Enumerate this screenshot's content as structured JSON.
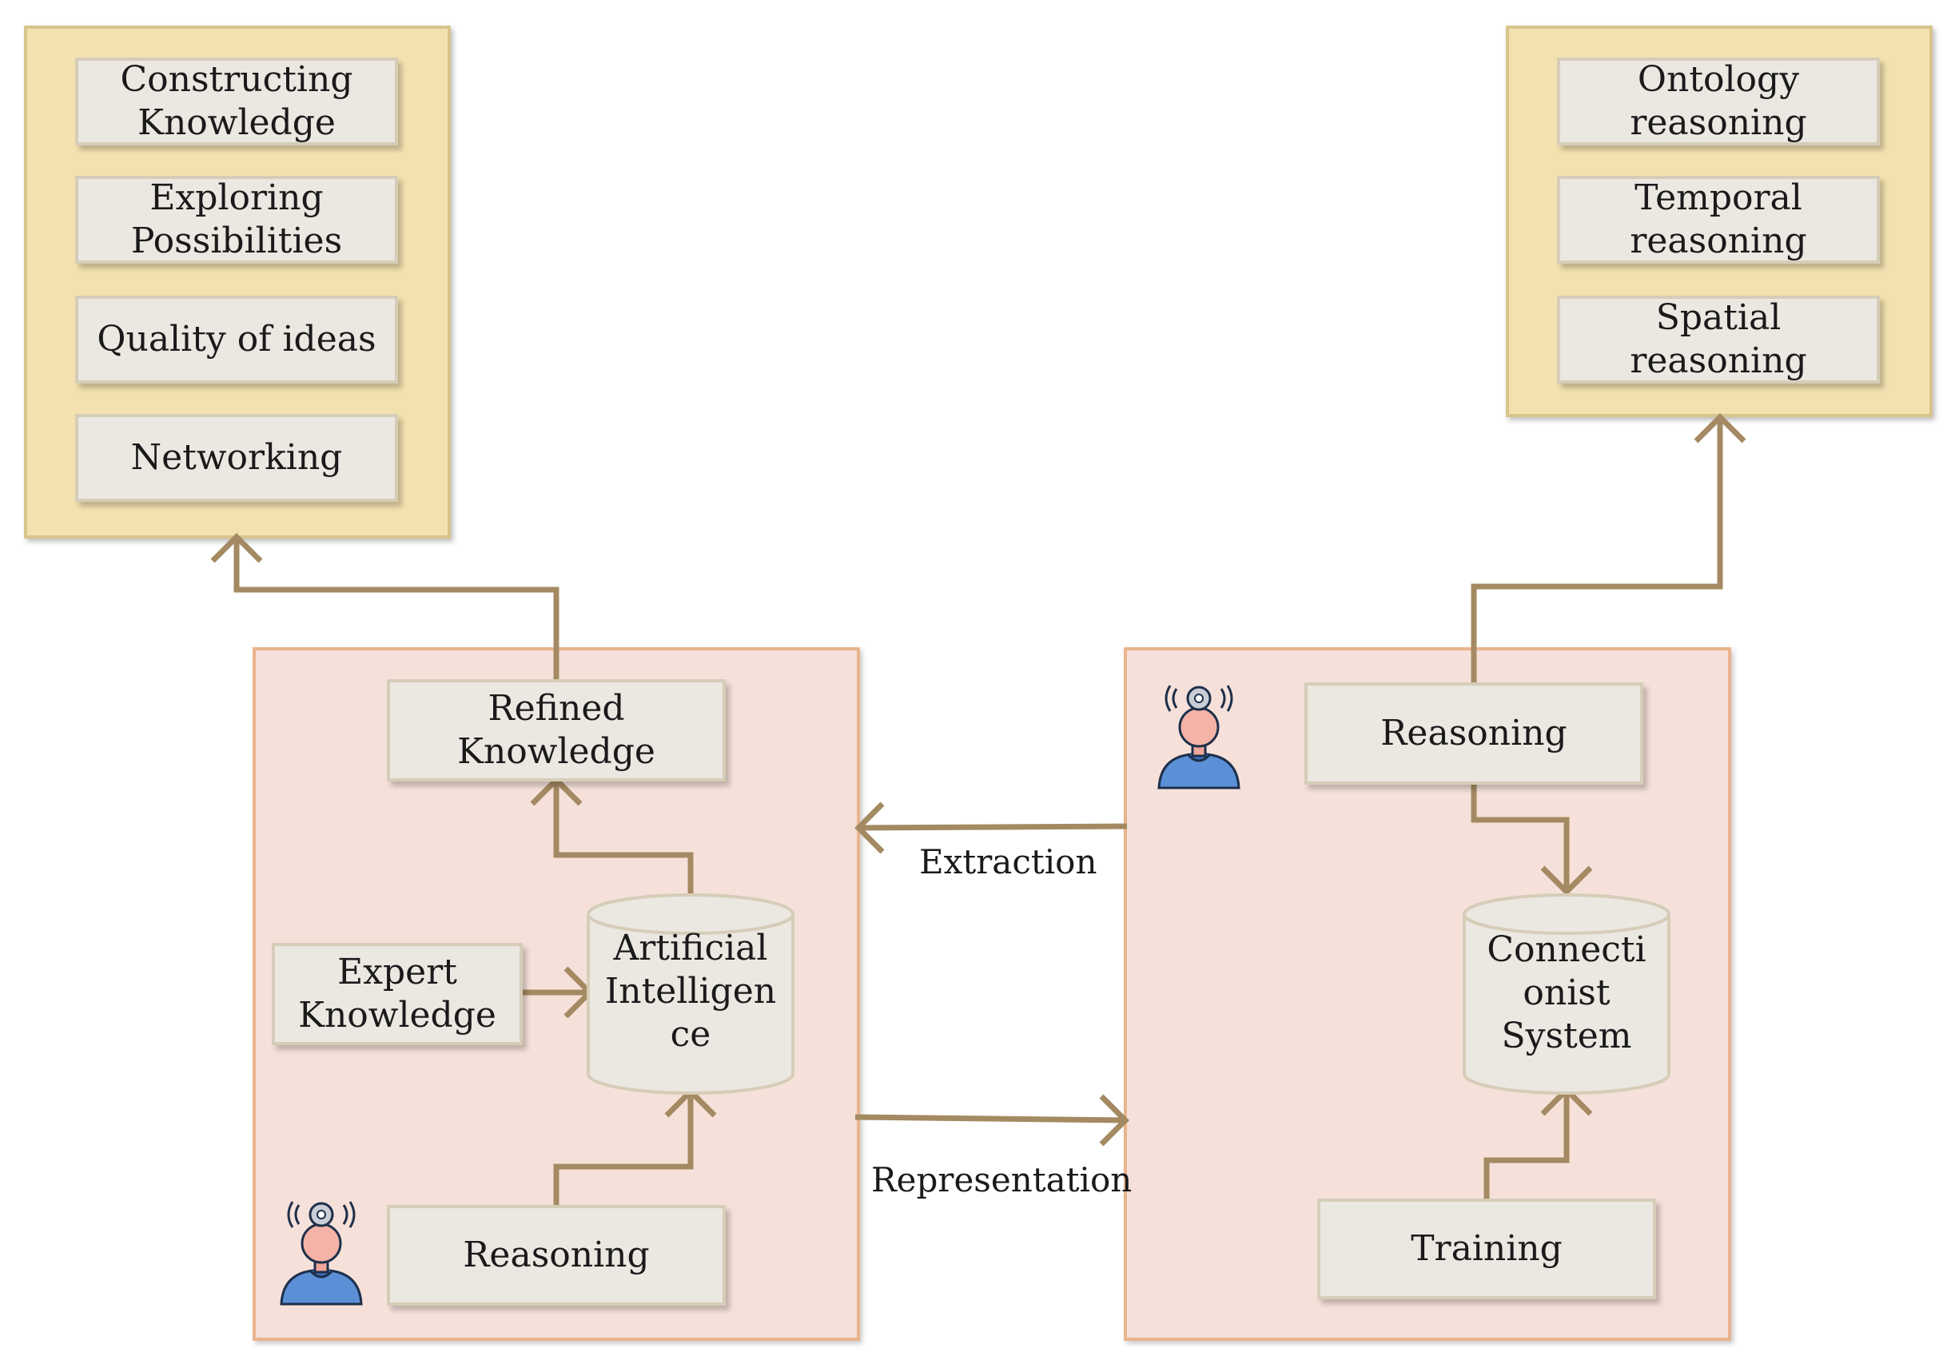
{
  "top_left_panel": {
    "items": [
      "Constructing\nKnowledge",
      "Exploring\nPossibilities",
      "Quality of ideas",
      "Networking"
    ]
  },
  "top_right_panel": {
    "items": [
      "Ontology\nreasoning",
      "Temporal\nreasoning",
      "Spatial\nreasoning"
    ]
  },
  "left_panel": {
    "refined_knowledge": "Refined\nKnowledge",
    "expert_knowledge": "Expert\nKnowledge",
    "ai_cylinder": "Artificial\nIntelligen\nce",
    "reasoning": "Reasoning",
    "icon": "thinking-person-icon"
  },
  "right_panel": {
    "reasoning": "Reasoning",
    "connectionist_cylinder": "Connecti\nonist\nSystem",
    "training": "Training",
    "icon": "thinking-person-icon"
  },
  "arrows": {
    "extraction": "Extraction",
    "representation": "Representation"
  },
  "colors": {
    "yellow_panel": "#f3e2b0",
    "pink_panel": "#f6e1da",
    "box_fill": "#ebe7e1",
    "arrow": "#a48a62"
  }
}
